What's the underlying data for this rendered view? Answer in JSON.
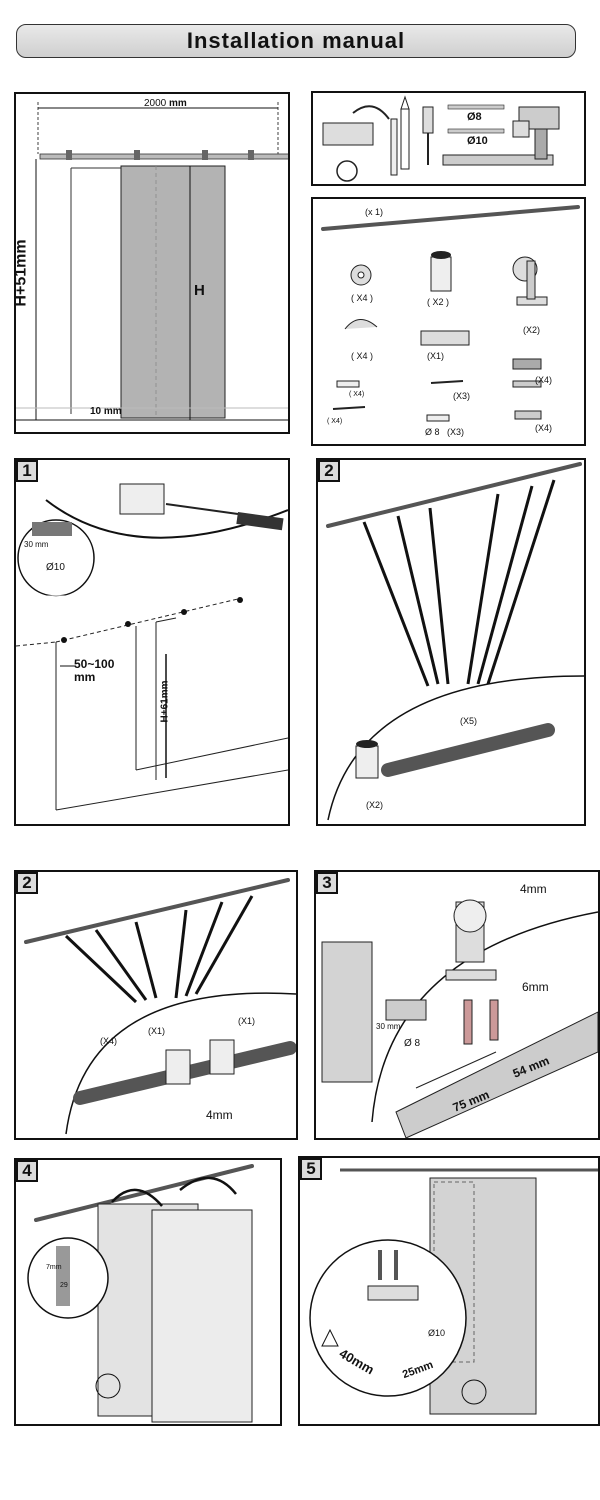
{
  "title": "Installation manual",
  "overview": {
    "width_label": "2000",
    "width_unit": "mm",
    "height_label": "H+51mm",
    "door_label": "H",
    "gap_label": "10 mm"
  },
  "tools": {
    "drill_small": "Ø8",
    "drill_large": "Ø10"
  },
  "parts": [
    {
      "qty": "(x 1)"
    },
    {
      "qty": "( X4 )"
    },
    {
      "qty": "( X2 )"
    },
    {
      "qty": "(X2)"
    },
    {
      "qty": "( X4 )"
    },
    {
      "qty": "(X1)"
    },
    {
      "qty": "(X4)"
    },
    {
      "qty": "( X4)"
    },
    {
      "qty": "(X3)"
    },
    {
      "qty": "( X4)"
    },
    {
      "qty": "Ø 8"
    },
    {
      "qty": "(X3)"
    },
    {
      "qty": "(X4)"
    }
  ],
  "steps": {
    "s1": {
      "num": "1",
      "drill_depth": "30 mm",
      "drill_dia": "Ø10",
      "offset": "50~100",
      "offset_unit": "mm",
      "height": "H+61mm"
    },
    "s2a": {
      "num": "2",
      "count_a": "(X5)",
      "count_b": "(X2)"
    },
    "s2b": {
      "num": "2",
      "count_a": "(X4)",
      "count_b": "(X1)",
      "count_c": "(X1)",
      "wrench": "4mm"
    },
    "s3": {
      "num": "3",
      "wrench_a": "4mm",
      "wrench_b": "6mm",
      "drill_depth": "30 mm",
      "drill_dia": "Ø 8",
      "dim_a": "75 mm",
      "dim_b": "54 mm"
    },
    "s4": {
      "num": "4",
      "gap_a": "7mm",
      "gap_b": "29"
    },
    "s5": {
      "num": "5",
      "dia": "Ø10",
      "dim_a": "40mm",
      "dim_b": "25mm"
    }
  }
}
